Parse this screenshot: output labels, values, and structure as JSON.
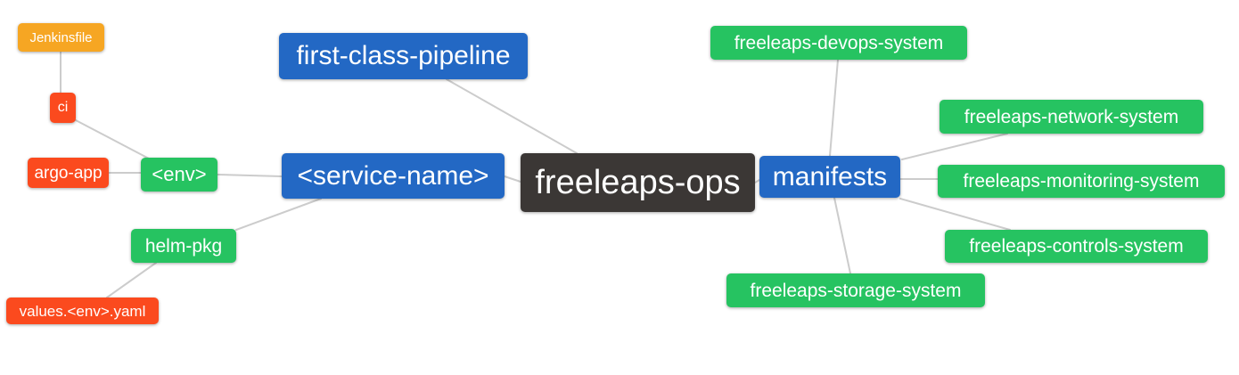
{
  "diagram": {
    "type": "mindmap",
    "root_label": "freeleaps-ops",
    "palette": {
      "bg": "#ffffff",
      "line": "#cccccc",
      "blue": "#2368c4",
      "green": "#26c361",
      "orange": "#f6a623",
      "red": "#fb4a1e",
      "dark": "#3b3735",
      "text": "#ffffff"
    },
    "nodes": [
      {
        "id": "jenkinsfile",
        "label": "Jenkinsfile",
        "color": "orange"
      },
      {
        "id": "ci",
        "label": "ci",
        "color": "red"
      },
      {
        "id": "argo-app",
        "label": "argo-app",
        "color": "red"
      },
      {
        "id": "env",
        "label": "<env>",
        "color": "green"
      },
      {
        "id": "helm-pkg",
        "label": "helm-pkg",
        "color": "green"
      },
      {
        "id": "values-env-yaml",
        "label": "values.<env>.yaml",
        "color": "red"
      },
      {
        "id": "first-class-pipeline",
        "label": "first-class-pipeline",
        "color": "blue"
      },
      {
        "id": "service-name",
        "label": "<service-name>",
        "color": "blue"
      },
      {
        "id": "freeleaps-ops",
        "label": "freeleaps-ops",
        "color": "dark"
      },
      {
        "id": "manifests",
        "label": "manifests",
        "color": "blue"
      },
      {
        "id": "freeleaps-devops-system",
        "label": "freeleaps-devops-system",
        "color": "green"
      },
      {
        "id": "freeleaps-network-system",
        "label": "freeleaps-network-system",
        "color": "green"
      },
      {
        "id": "freeleaps-monitoring-system",
        "label": "freeleaps-monitoring-system",
        "color": "green"
      },
      {
        "id": "freeleaps-controls-system",
        "label": "freeleaps-controls-system",
        "color": "green"
      },
      {
        "id": "freeleaps-storage-system",
        "label": "freeleaps-storage-system",
        "color": "green"
      }
    ],
    "edges": [
      {
        "from": "Jenkinsfile",
        "to": "ci"
      },
      {
        "from": "ci",
        "to": "<env>"
      },
      {
        "from": "argo-app",
        "to": "<env>"
      },
      {
        "from": "<env>",
        "to": "<service-name>"
      },
      {
        "from": "helm-pkg",
        "to": "<service-name>"
      },
      {
        "from": "helm-pkg",
        "to": "values.<env>.yaml"
      },
      {
        "from": "<service-name>",
        "to": "freeleaps-ops"
      },
      {
        "from": "first-class-pipeline",
        "to": "freeleaps-ops"
      },
      {
        "from": "freeleaps-ops",
        "to": "manifests"
      },
      {
        "from": "manifests",
        "to": "freeleaps-devops-system"
      },
      {
        "from": "manifests",
        "to": "freeleaps-network-system"
      },
      {
        "from": "manifests",
        "to": "freeleaps-monitoring-system"
      },
      {
        "from": "manifests",
        "to": "freeleaps-controls-system"
      },
      {
        "from": "manifests",
        "to": "freeleaps-storage-system"
      }
    ]
  }
}
